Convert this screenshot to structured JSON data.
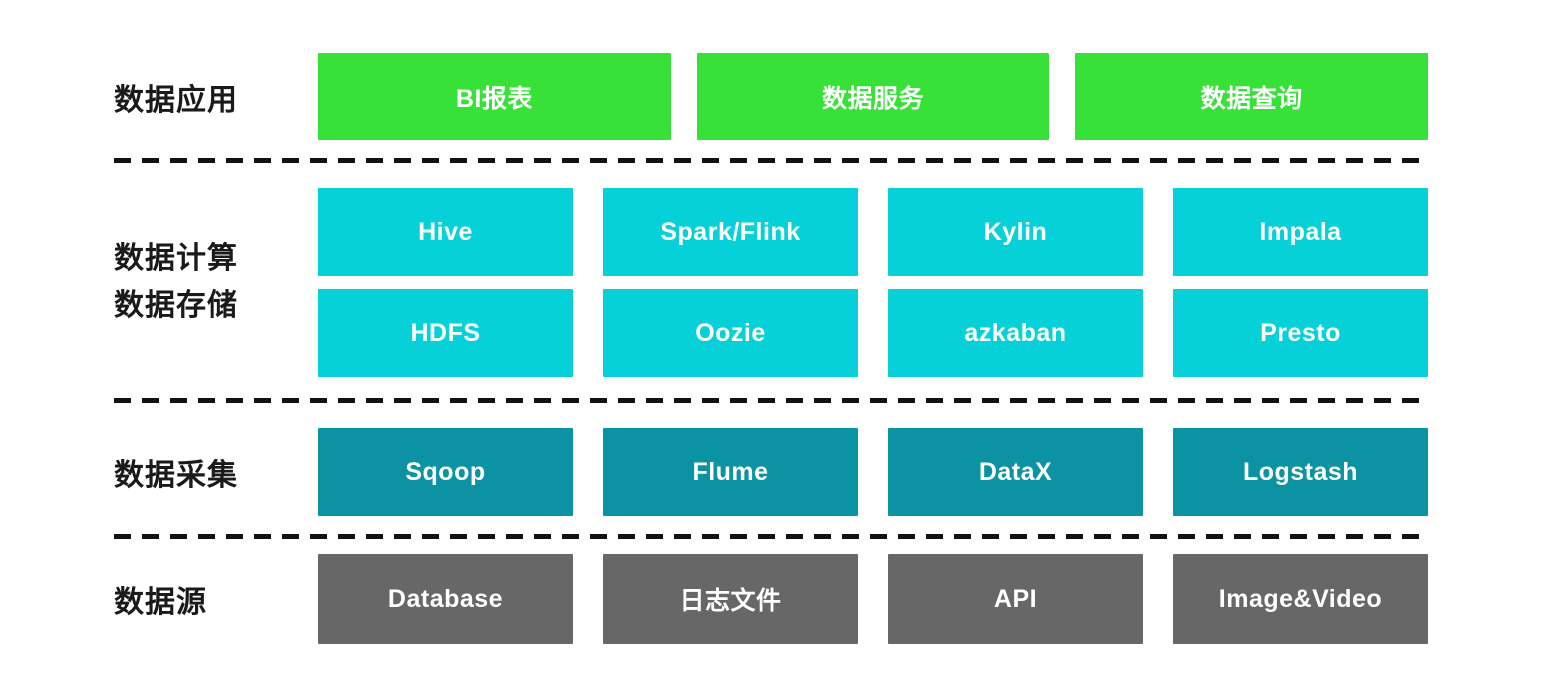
{
  "colors": {
    "app_green": "#37e137",
    "compute_cyan": "#06d0d8",
    "collect_teal": "#0b93a3",
    "source_gray": "#676767"
  },
  "layers": {
    "application": {
      "label": "数据应用",
      "items": [
        "BI报表",
        "数据服务",
        "数据查询"
      ]
    },
    "compute_storage": {
      "label_line1": "数据计算",
      "label_line2": "数据存储",
      "row1": [
        "Hive",
        "Spark/Flink",
        "Kylin",
        "Impala"
      ],
      "row2": [
        "HDFS",
        "Oozie",
        "azkaban",
        "Presto"
      ]
    },
    "collection": {
      "label": "数据采集",
      "items": [
        "Sqoop",
        "Flume",
        "DataX",
        "Logstash"
      ]
    },
    "source": {
      "label": "数据源",
      "items": [
        "Database",
        "日志文件",
        "API",
        "Image&Video"
      ]
    }
  }
}
